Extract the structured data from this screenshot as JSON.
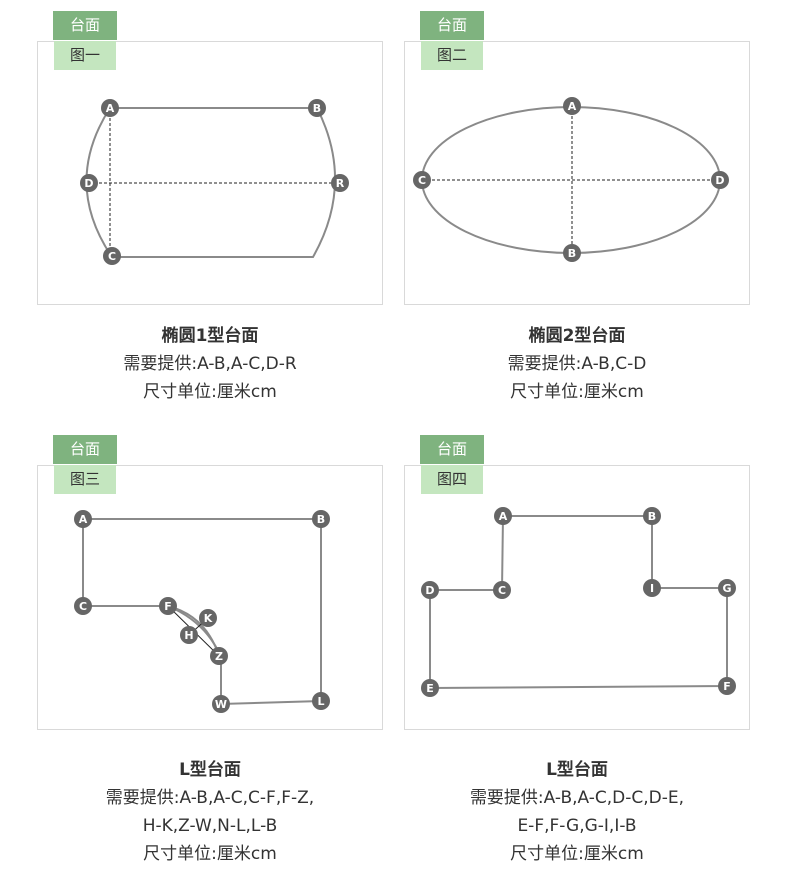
{
  "colors": {
    "tag_dark": "#7fb37f",
    "tag_light": "#c4e6bf",
    "outline": "#8a8a8a",
    "node": "#666666"
  },
  "panels": [
    {
      "tag": "台面",
      "subtag": "图一",
      "caption": {
        "title": "椭圆1型台面",
        "lines": [
          "需要提供:A-B,A-C,D-R",
          "尺寸单位:厘米cm"
        ]
      },
      "nodes": [
        "A",
        "B",
        "D",
        "R",
        "C"
      ]
    },
    {
      "tag": "台面",
      "subtag": "图二",
      "caption": {
        "title": "椭圆2型台面",
        "lines": [
          "需要提供:A-B,C-D",
          "尺寸单位:厘米cm"
        ]
      },
      "nodes": [
        "A",
        "C",
        "D",
        "B"
      ]
    },
    {
      "tag": "台面",
      "subtag": "图三",
      "caption": {
        "title": "L型台面",
        "lines": [
          "需要提供:A-B,A-C,C-F,F-Z,",
          "H-K,Z-W,N-L,L-B",
          "尺寸单位:厘米cm"
        ]
      },
      "nodes": [
        "A",
        "B",
        "C",
        "F",
        "K",
        "H",
        "Z",
        "W",
        "L"
      ]
    },
    {
      "tag": "台面",
      "subtag": "图四",
      "caption": {
        "title": "L型台面",
        "lines": [
          "需要提供:A-B,A-C,D-C,D-E,",
          "E-F,F-G,G-I,I-B",
          "尺寸单位:厘米cm"
        ]
      },
      "nodes": [
        "A",
        "B",
        "D",
        "C",
        "I",
        "G",
        "E",
        "F"
      ]
    }
  ]
}
